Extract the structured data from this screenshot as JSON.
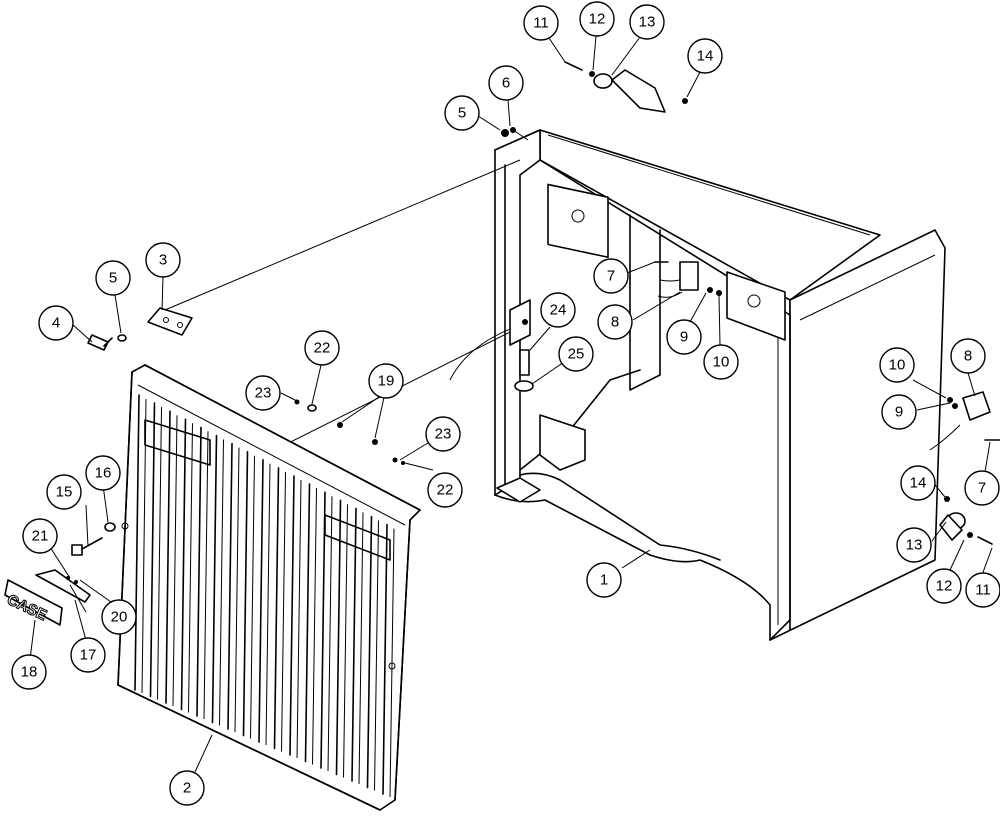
{
  "diagram": {
    "logo_text": "CASE",
    "callouts": [
      {
        "id": "c1",
        "label": "1"
      },
      {
        "id": "c2",
        "label": "2"
      },
      {
        "id": "c3",
        "label": "3"
      },
      {
        "id": "c4",
        "label": "4"
      },
      {
        "id": "c5a",
        "label": "5"
      },
      {
        "id": "c5b",
        "label": "5"
      },
      {
        "id": "c6",
        "label": "6"
      },
      {
        "id": "c7a",
        "label": "7"
      },
      {
        "id": "c7b",
        "label": "7"
      },
      {
        "id": "c8a",
        "label": "8"
      },
      {
        "id": "c8b",
        "label": "8"
      },
      {
        "id": "c9a",
        "label": "9"
      },
      {
        "id": "c9b",
        "label": "9"
      },
      {
        "id": "c10a",
        "label": "10"
      },
      {
        "id": "c10b",
        "label": "10"
      },
      {
        "id": "c11a",
        "label": "11"
      },
      {
        "id": "c11b",
        "label": "11"
      },
      {
        "id": "c12a",
        "label": "12"
      },
      {
        "id": "c12b",
        "label": "12"
      },
      {
        "id": "c13a",
        "label": "13"
      },
      {
        "id": "c13b",
        "label": "13"
      },
      {
        "id": "c14a",
        "label": "14"
      },
      {
        "id": "c14b",
        "label": "14"
      },
      {
        "id": "c15",
        "label": "15"
      },
      {
        "id": "c16",
        "label": "16"
      },
      {
        "id": "c17",
        "label": "17"
      },
      {
        "id": "c18",
        "label": "18"
      },
      {
        "id": "c19",
        "label": "19"
      },
      {
        "id": "c20",
        "label": "20"
      },
      {
        "id": "c21",
        "label": "21"
      },
      {
        "id": "c22a",
        "label": "22"
      },
      {
        "id": "c22b",
        "label": "22"
      },
      {
        "id": "c23a",
        "label": "23"
      },
      {
        "id": "c23b",
        "label": "23"
      },
      {
        "id": "c24",
        "label": "24"
      },
      {
        "id": "c25",
        "label": "25"
      }
    ]
  }
}
